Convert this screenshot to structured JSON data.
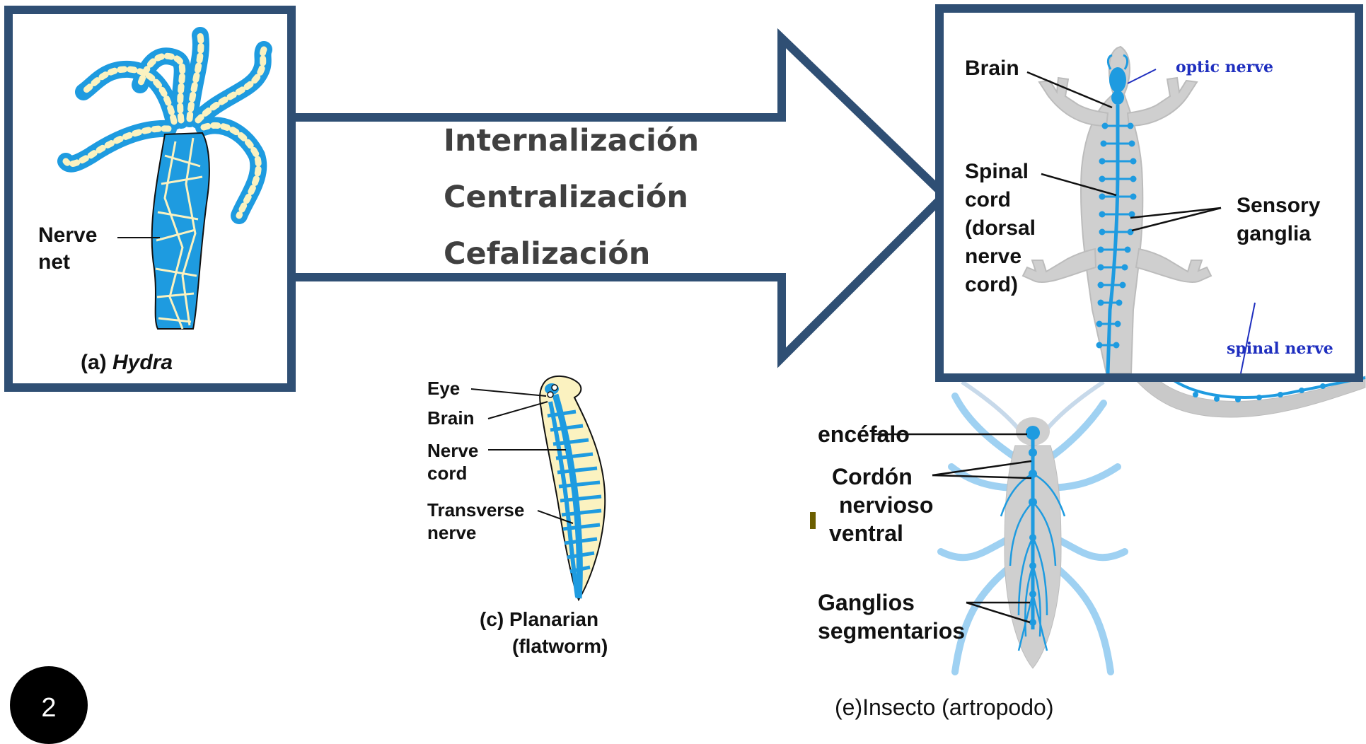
{
  "arrow": {
    "lines": [
      "Internalización",
      "Centralización",
      "Cefalización"
    ]
  },
  "hydra": {
    "nerve_net_label": [
      "Nerve",
      "net"
    ],
    "caption_prefix": "(a) ",
    "caption_species": "Hydra"
  },
  "vertebrate": {
    "brain_label": "Brain",
    "optic_nerve_label": "optic nerve",
    "spinal_cord_label": [
      "Spinal",
      "cord",
      "(dorsal",
      "nerve",
      "cord)"
    ],
    "sensory_ganglia_label": [
      "Sensory",
      "ganglia"
    ],
    "spinal_nerve_label": "spinal nerve"
  },
  "planarian": {
    "eye_label": "Eye",
    "brain_label": "Brain",
    "nerve_cord_label": [
      "Nerve",
      "cord"
    ],
    "transverse_nerve_label": [
      "Transverse",
      "nerve"
    ],
    "caption": [
      "(c) Planarian",
      "(flatworm)"
    ]
  },
  "insect": {
    "encefalo_label": "encéfalo",
    "cordon_label": [
      "Cordón",
      "nervioso",
      "ventral"
    ],
    "ganglios_label": [
      "Ganglios",
      "segmentarios"
    ],
    "caption": "(e)Insecto (artropodo)"
  },
  "colors": {
    "frame": "#2f4f74",
    "nerve_blue": "#1e9be0",
    "body_fill": "#fbf2c0",
    "label_blue": "#1f2fbf"
  },
  "page_number": "2"
}
